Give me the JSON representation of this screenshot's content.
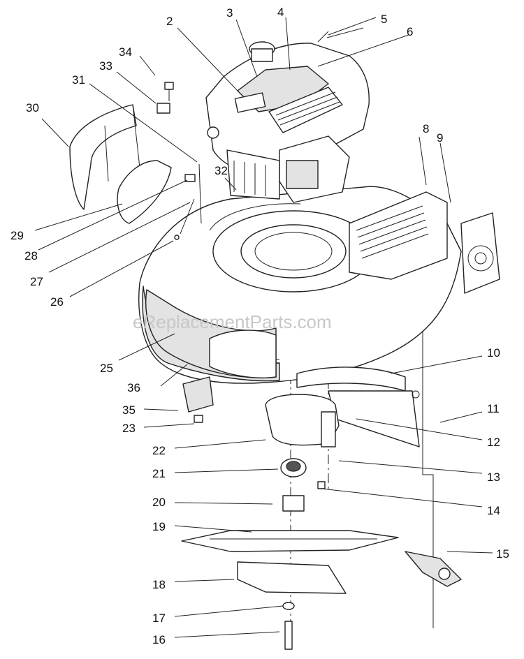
{
  "watermark": "eReplacementParts.com",
  "callouts": [
    "2",
    "3",
    "4",
    "5",
    "6",
    "8",
    "9",
    "10",
    "11",
    "12",
    "13",
    "14",
    "15",
    "16",
    "17",
    "18",
    "19",
    "20",
    "21",
    "22",
    "23",
    "25",
    "26",
    "27",
    "28",
    "29",
    "30",
    "31",
    "32",
    "33",
    "34",
    "35",
    "36"
  ]
}
